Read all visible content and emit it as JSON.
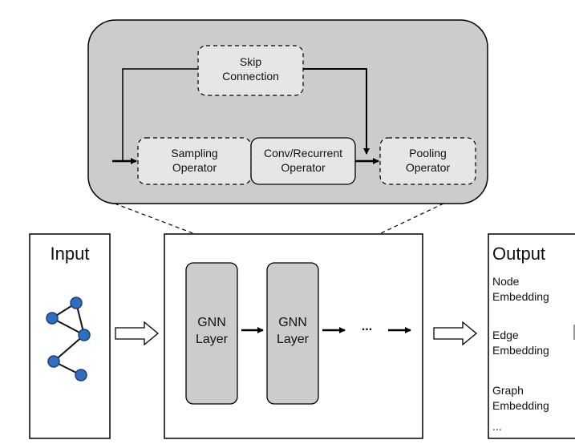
{
  "detail": {
    "skip_connection": [
      "Skip",
      "Connection"
    ],
    "sampling_operator": [
      "Sampling",
      "Operator"
    ],
    "conv_recurrent_operator": [
      "Conv/Recurrent",
      "Operator"
    ],
    "pooling_operator": [
      "Pooling",
      "Operator"
    ]
  },
  "input": {
    "title": "Input"
  },
  "gnn": {
    "layer1": [
      "GNN",
      "Layer"
    ],
    "layer2": [
      "GNN",
      "Layer"
    ],
    "ellipsis": "..."
  },
  "output": {
    "title": "Output",
    "node": [
      "Node",
      "Embedding"
    ],
    "edge": [
      "Edge",
      "Embedding"
    ],
    "graph": [
      "Graph",
      "Embedding"
    ],
    "more": "..."
  },
  "colors": {
    "panel_fill": "#cccccc",
    "box_fill": "#e6e6e6",
    "layer_fill": "#cccccc",
    "node_fill": "#2e6fc4",
    "node_stroke": "#1f3f73",
    "stroke": "#000000"
  }
}
